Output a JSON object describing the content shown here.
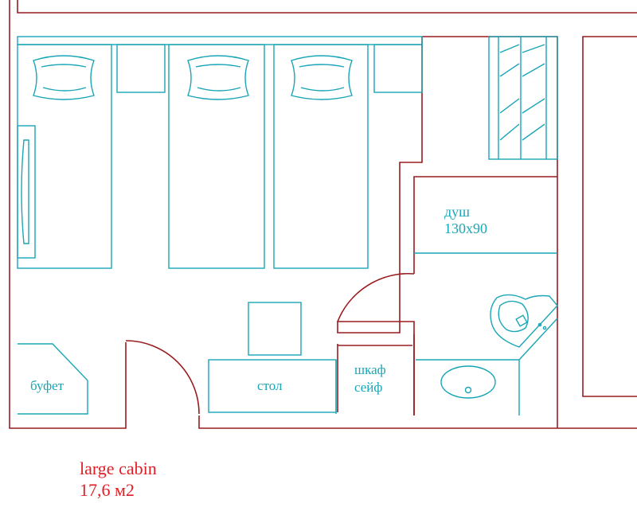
{
  "colors": {
    "wall": "#9a1b1e",
    "furniture": "#1aa6b7",
    "caption": "#e11d24"
  },
  "labels": {
    "buffet": "буфет",
    "desk": "стол",
    "wardrobe_line1": "шкаф",
    "wardrobe_line2": "сейф",
    "shower_line1": "душ",
    "shower_line2": "130x90"
  },
  "caption": {
    "name": "large cabin",
    "area": "17,6 м2"
  }
}
